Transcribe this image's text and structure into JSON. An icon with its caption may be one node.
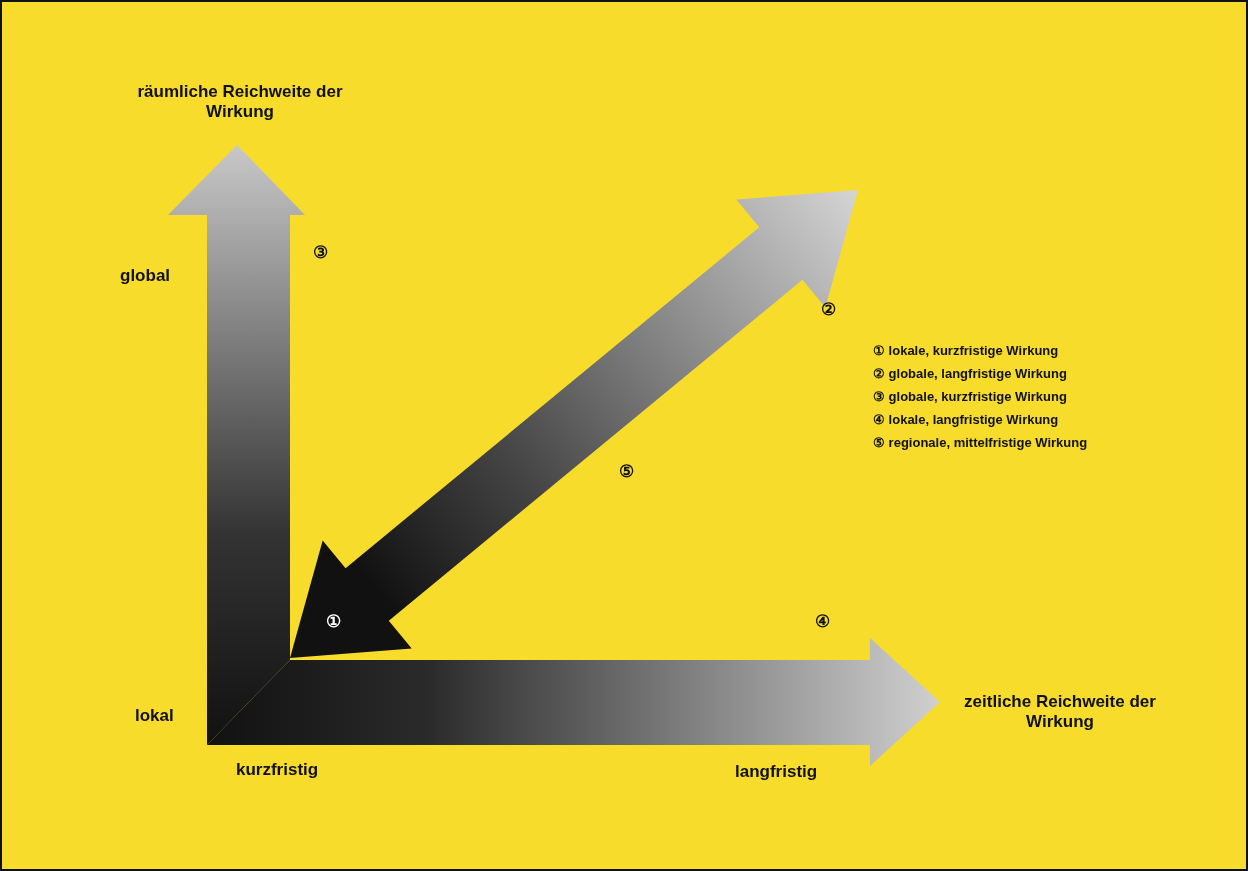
{
  "diagram": {
    "labels": [
      "räumliche Reichweite der Wirkung",
      "③",
      "global",
      "②",
      "① lokale, kurzfristige Wirkung",
      "② globale, langfristige Wirkung",
      "③ globale, kurzfristige Wirkung",
      "④ lokale, langfristige Wirkung",
      "⑤ regionale, mittelfristige Wirkung",
      "⑤",
      "④",
      "①",
      "zeitliche Reichweite der Wirkung",
      "lokal",
      "kurzfristig",
      "langfristig"
    ]
  }
}
